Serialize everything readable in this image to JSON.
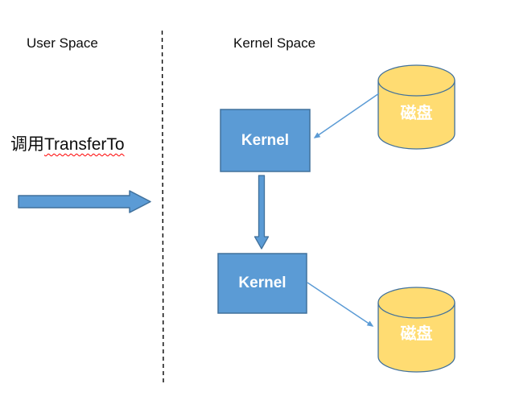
{
  "diagram": {
    "user_space_title": "User Space",
    "kernel_space_title": "Kernel Space",
    "call_label_cn": "调用",
    "call_label_en": "TransferTo",
    "kernel_box1_label": "Kernel",
    "kernel_box2_label": "Kernel",
    "disk_top_label": "磁盘",
    "disk_bottom_label": "磁盘",
    "colors": {
      "box_fill": "#5B9BD5",
      "box_border": "#41719C",
      "arrow_fill": "#5B9BD5",
      "connector_line": "#5B9BD5",
      "disk_fill": "#FFDC72",
      "disk_border": "#41719C",
      "divider": "#000000",
      "spellcheck_underline": "#FF0000",
      "title_text": "#0D0D0D",
      "box_text": "#FFFFFF"
    }
  }
}
